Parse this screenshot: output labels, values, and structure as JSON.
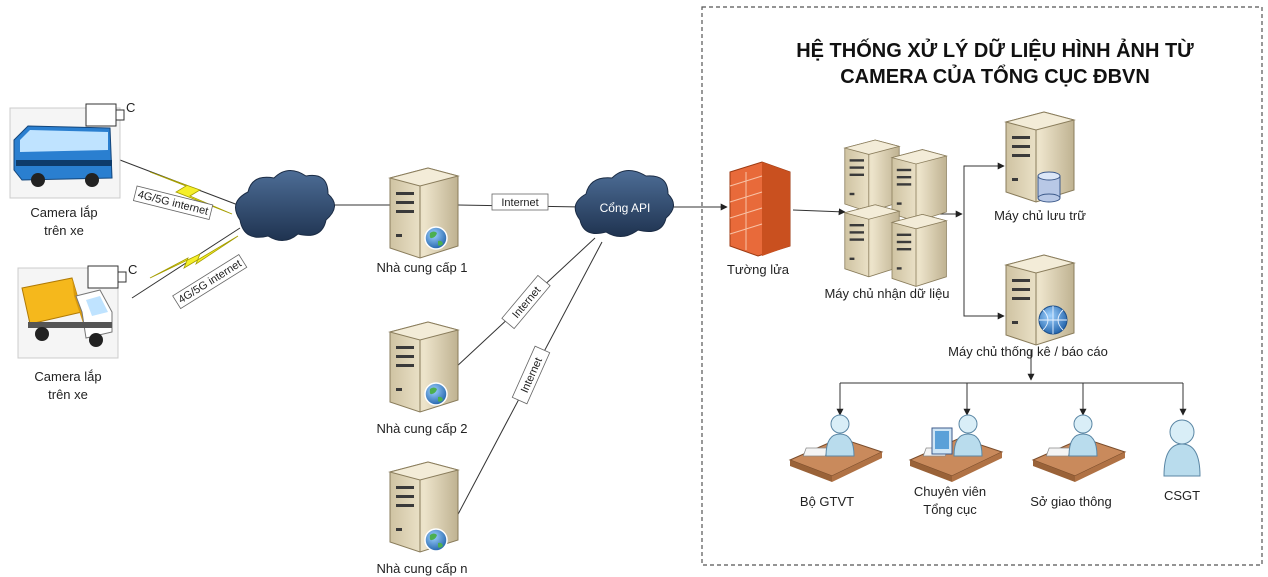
{
  "title": [
    "HỆ THỐNG XỬ LÝ DỮ LIỆU HÌNH ẢNH TỪ",
    "CAMERA CỦA TỔNG CỤC ĐBVN"
  ],
  "vehicles": {
    "bus_label": [
      "Camera lắp",
      "trên xe"
    ],
    "truck_label": [
      "Camera lắp",
      "trên xe"
    ],
    "camera_mark": "C"
  },
  "links": {
    "wireless_1": "4G/5G internet",
    "wireless_2": "4G/5G internet",
    "internet_1": "Internet",
    "internet_2": "Internet",
    "internet_n": "Internet"
  },
  "providers": [
    "Nhà cung cấp 1",
    "Nhà cung cấp 2",
    "Nhà cung cấp n"
  ],
  "gateway": "Cổng API",
  "firewall": "Tường lửa",
  "servers": {
    "receive": "Máy chủ nhận dữ liệu",
    "storage": "Máy chủ lưu trữ",
    "stats": "Máy chủ thống kê / báo cáo"
  },
  "users": [
    {
      "label": [
        "Bộ GTVT"
      ]
    },
    {
      "label": [
        "Chuyên viên",
        "Tổng cục"
      ]
    },
    {
      "label": [
        "Sở giao thông"
      ]
    },
    {
      "label": [
        "CSGT"
      ]
    }
  ],
  "colors": {
    "cloud": "#2f4a6e",
    "firewall": "#e86a3a",
    "server_body": "#e6dcc0",
    "bus": "#2a7fd0",
    "truck": "#f5b81c",
    "lightning": "#f5ef2a",
    "globe": "#3b8fd6"
  }
}
